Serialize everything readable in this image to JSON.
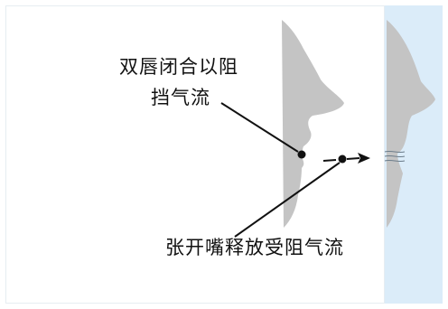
{
  "labels": {
    "closed_lips_line1": "双唇闭合以阻",
    "closed_lips_line2": "挡气流",
    "open_release": "张开嘴释放受阻气流"
  },
  "colors": {
    "profile": "#c4c4c4",
    "panel_right_bg": "#dbecf9",
    "ink": "#111111"
  }
}
